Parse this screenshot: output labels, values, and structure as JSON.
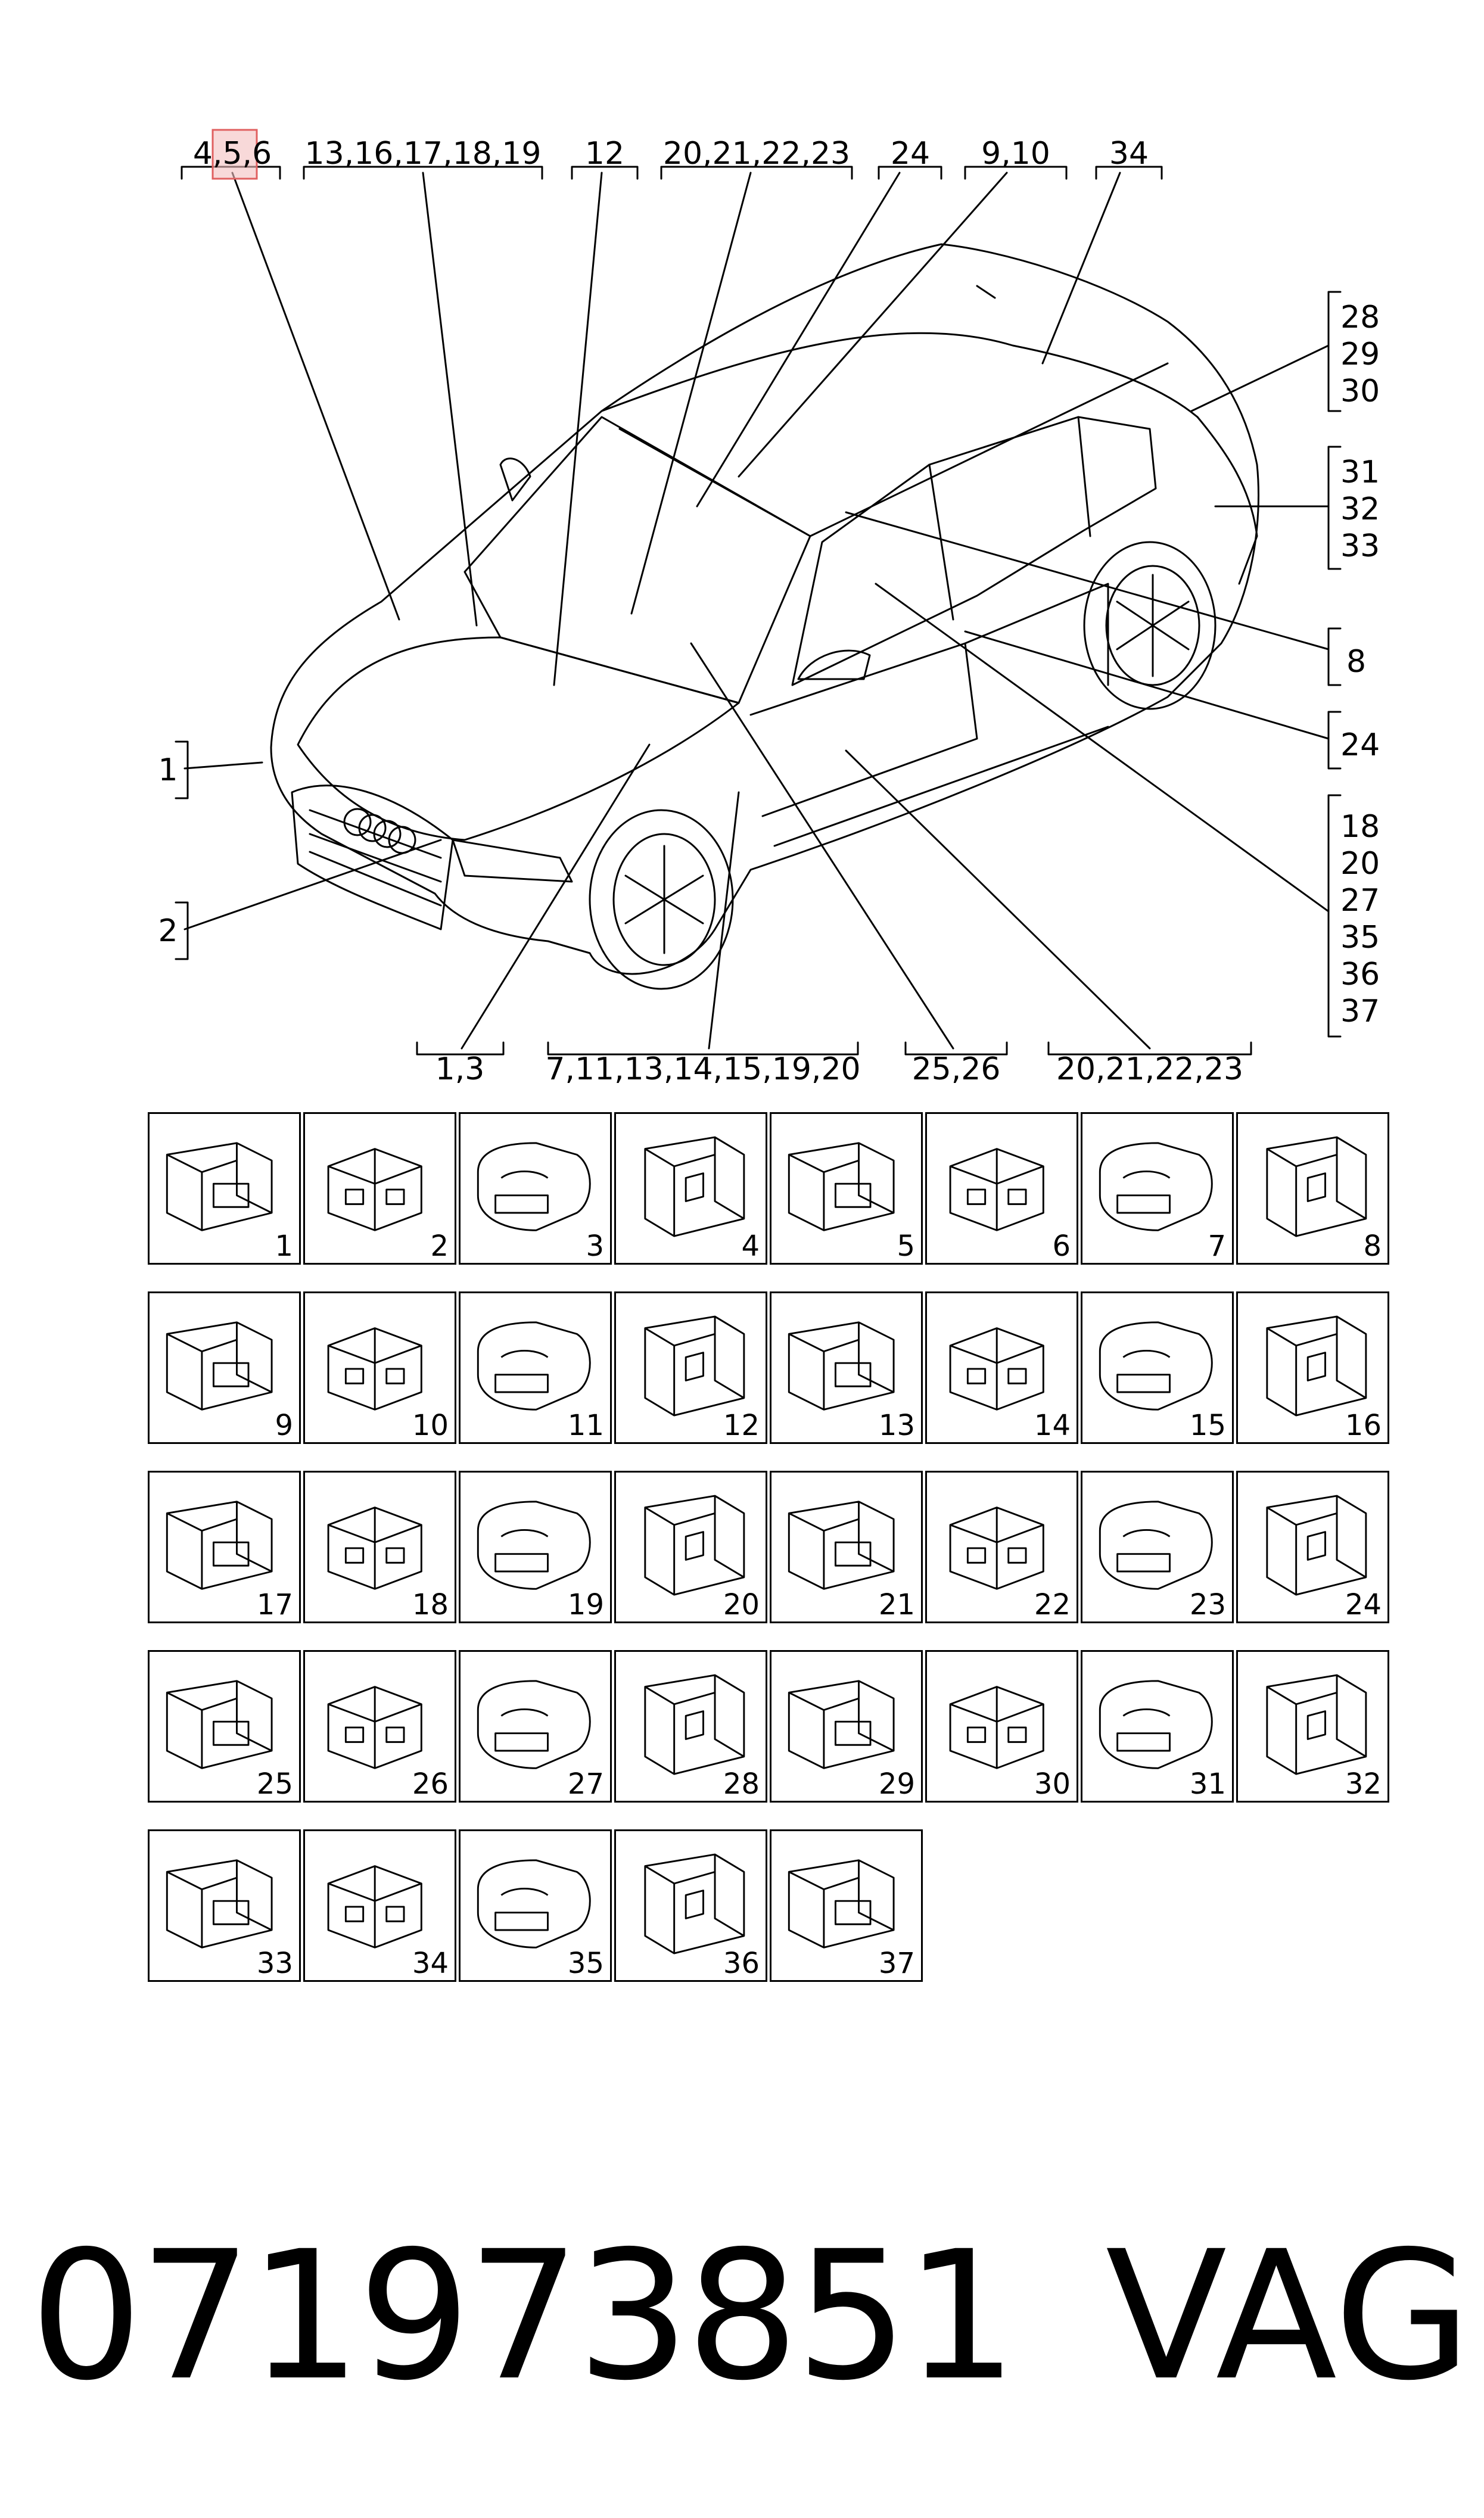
{
  "diagram": {
    "top_labels": [
      "4,5,6",
      "13,16,17,18,19",
      "12",
      "20,21,22,23",
      "24",
      "9,10",
      "34"
    ],
    "right_labels": [
      [
        "28",
        "29",
        "30"
      ],
      [
        "31",
        "32",
        "33"
      ],
      [
        "8"
      ],
      [
        "24"
      ],
      [
        "18",
        "20",
        "27",
        "35",
        "36",
        "37"
      ]
    ],
    "left_labels": [
      "1",
      "2"
    ],
    "bottom_labels": [
      "1,3",
      "7,11,13,14,15,19,20",
      "25,26",
      "20,21,22,23"
    ]
  },
  "connectors": [
    "1",
    "2",
    "3",
    "4",
    "5",
    "6",
    "7",
    "8",
    "9",
    "10",
    "11",
    "12",
    "13",
    "14",
    "15",
    "16",
    "17",
    "18",
    "19",
    "20",
    "21",
    "22",
    "23",
    "24",
    "25",
    "26",
    "27",
    "28",
    "29",
    "30",
    "31",
    "32",
    "33",
    "34",
    "35",
    "36",
    "37"
  ],
  "footer": {
    "part_number": "071973851",
    "brand": "VAG"
  },
  "highlight_color": "#e06060"
}
